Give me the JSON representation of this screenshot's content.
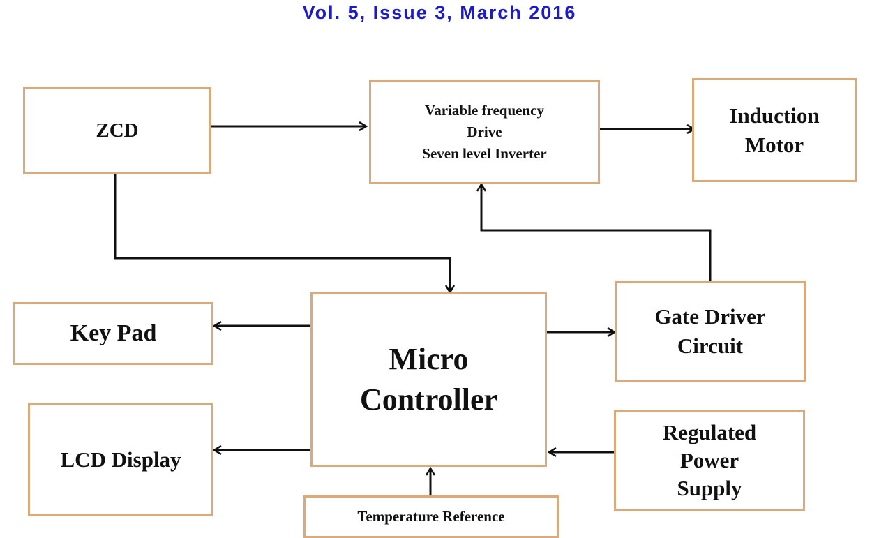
{
  "header": {
    "text": "Vol. 5, Issue 3, March 2016",
    "color": "#1a1ad0"
  },
  "diagram": {
    "box_border_color": "#dcaa78",
    "line_color": "#111111",
    "blocks": {
      "zcd": {
        "lines": [
          "ZCD"
        ]
      },
      "vfd": {
        "lines": [
          "Variable frequency",
          "Drive",
          "Seven level Inverter"
        ]
      },
      "motor": {
        "lines": [
          "Induction",
          "Motor"
        ]
      },
      "keypad": {
        "lines": [
          "Key Pad"
        ]
      },
      "mcu": {
        "lines": [
          "Micro",
          "Controller"
        ]
      },
      "gate_driver": {
        "lines": [
          "Gate Driver",
          "Circuit"
        ]
      },
      "lcd": {
        "lines": [
          "LCD Display"
        ]
      },
      "power_supply": {
        "lines": [
          "Regulated",
          "Power",
          "Supply"
        ]
      },
      "temp_ref": {
        "lines": [
          "Temperature Reference"
        ]
      }
    },
    "connections": [
      {
        "from": "ZCD",
        "to": "Variable frequency Drive Seven level Inverter"
      },
      {
        "from": "Variable frequency Drive Seven level Inverter",
        "to": "Induction Motor"
      },
      {
        "from": "ZCD",
        "to": "Micro Controller"
      },
      {
        "from": "Micro Controller",
        "to": "Key Pad"
      },
      {
        "from": "Micro Controller",
        "to": "Gate Driver Circuit"
      },
      {
        "from": "Gate Driver Circuit",
        "to": "Variable frequency Drive Seven level Inverter"
      },
      {
        "from": "Micro Controller",
        "to": "LCD Display"
      },
      {
        "from": "Regulated Power Supply",
        "to": "Micro Controller"
      },
      {
        "from": "Temperature Reference",
        "to": "Micro Controller"
      }
    ]
  }
}
